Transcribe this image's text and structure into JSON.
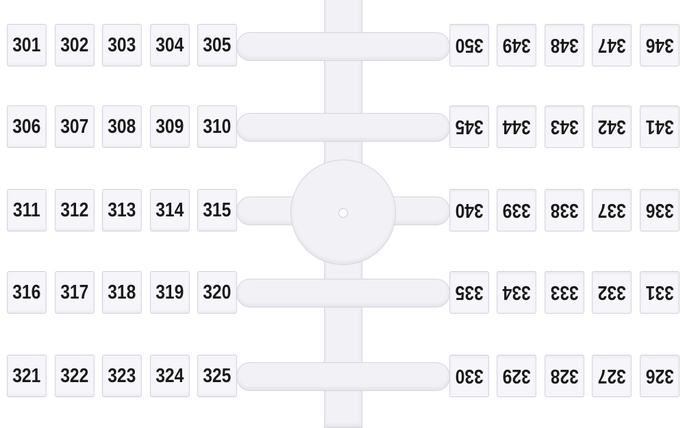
{
  "left_strips": [
    [
      "301",
      "302",
      "303",
      "304",
      "305"
    ],
    [
      "306",
      "307",
      "308",
      "309",
      "310"
    ],
    [
      "311",
      "312",
      "313",
      "314",
      "315"
    ],
    [
      "316",
      "317",
      "318",
      "319",
      "320"
    ],
    [
      "321",
      "322",
      "323",
      "324",
      "325"
    ]
  ],
  "right_strips": [
    [
      "346",
      "347",
      "348",
      "349",
      "350"
    ],
    [
      "341",
      "342",
      "343",
      "344",
      "345"
    ],
    [
      "336",
      "337",
      "338",
      "339",
      "340"
    ],
    [
      "331",
      "332",
      "333",
      "334",
      "335"
    ],
    [
      "326",
      "327",
      "328",
      "329",
      "330"
    ]
  ]
}
